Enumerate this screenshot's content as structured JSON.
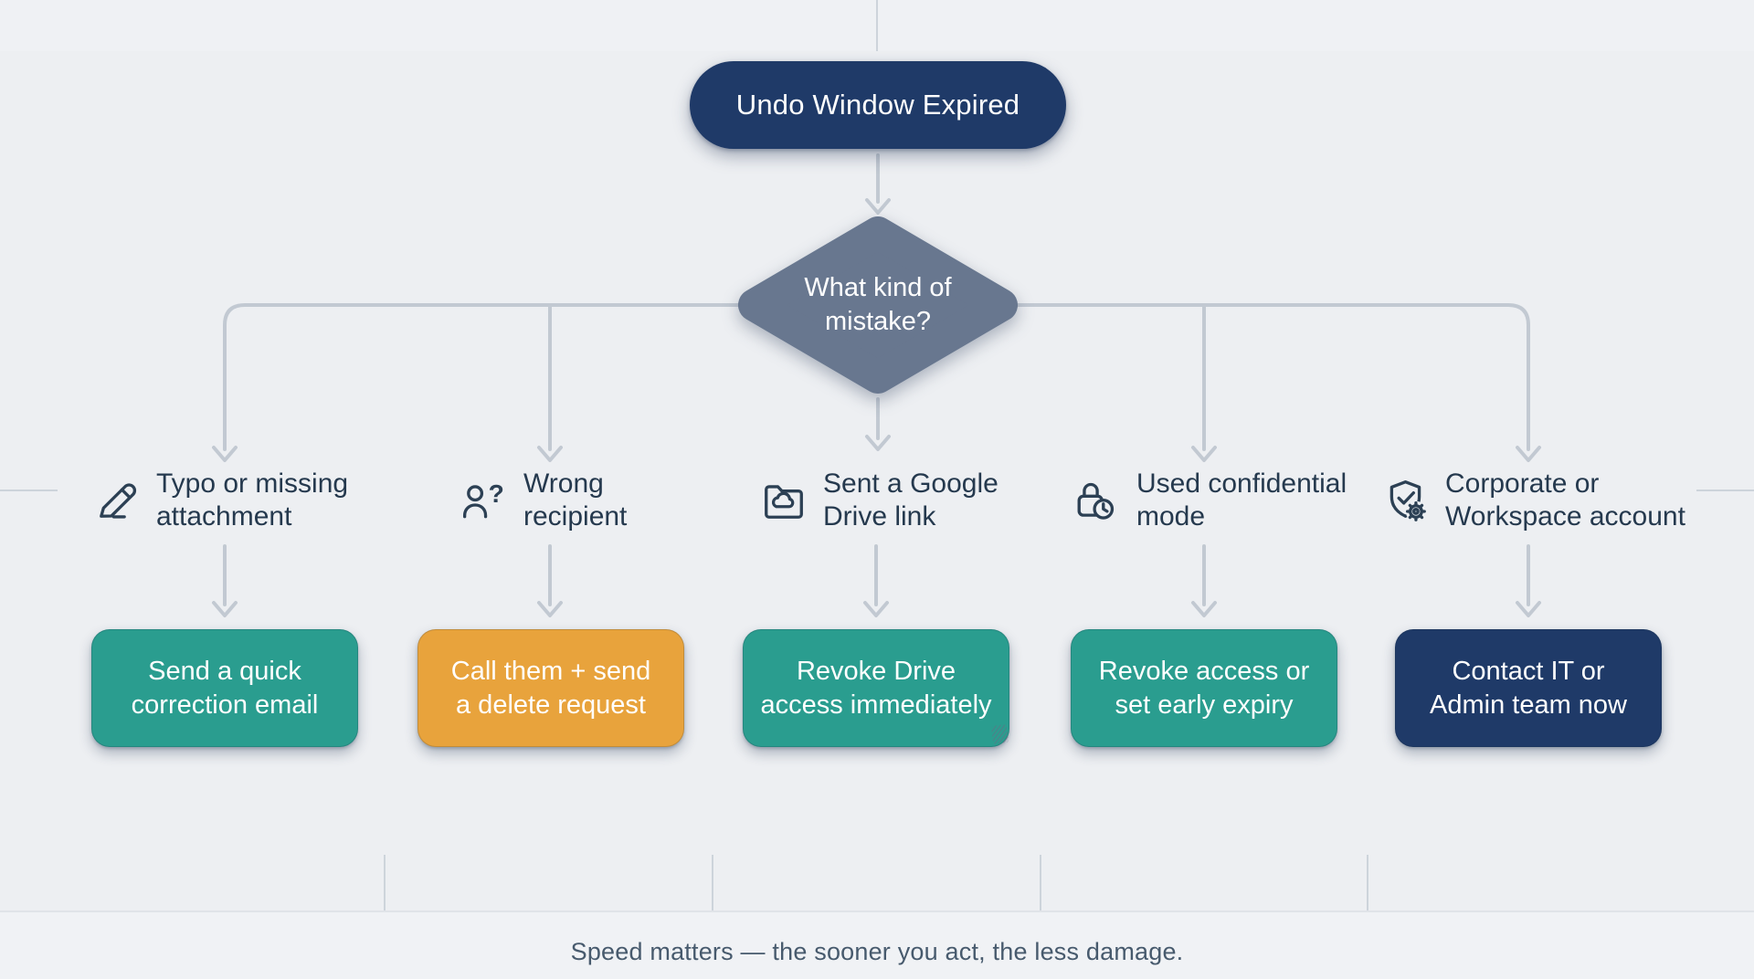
{
  "title": "Undo Window Expired",
  "decision": {
    "line1": "What kind of",
    "line2": "mistake?"
  },
  "branches": [
    {
      "icon": "pencil-line-icon",
      "label_line1": "Typo or missing",
      "label_line2": "attachment",
      "action_line1": "Send a quick",
      "action_line2": "correction email",
      "action_color": "#2a9d8f"
    },
    {
      "icon": "user-question-icon",
      "label_line1": "Wrong",
      "label_line2": "recipient",
      "action_line1": "Call them + send",
      "action_line2": "a delete request",
      "action_color": "#e8a33c"
    },
    {
      "icon": "folder-cloud-icon",
      "label_line1": "Sent a Google",
      "label_line2": "Drive link",
      "action_line1": "Revoke Drive",
      "action_line2": "access immediately",
      "action_color": "#2a9d8f"
    },
    {
      "icon": "lock-clock-icon",
      "label_line1": "Used confidential",
      "label_line2": "mode",
      "action_line1": "Revoke access or",
      "action_line2": "set early expiry",
      "action_color": "#2a9d8f"
    },
    {
      "icon": "shield-check-gear-icon",
      "label_line1": "Corporate or",
      "label_line2": "Workspace account",
      "action_line1": "Contact IT or",
      "action_line2": "Admin team now",
      "action_color": "#1f3a68"
    }
  ],
  "footer": "Speed matters — the sooner you act, the less damage.",
  "colors": {
    "background": "#edeff2",
    "navy": "#1f3a68",
    "teal": "#2a9d8f",
    "orange": "#e8a33c",
    "diamond_slate": "#68778f",
    "arrow": "#c2c9d2",
    "icon": "#2c4054",
    "label_text": "#25394e",
    "footer_text": "#475a6d"
  }
}
